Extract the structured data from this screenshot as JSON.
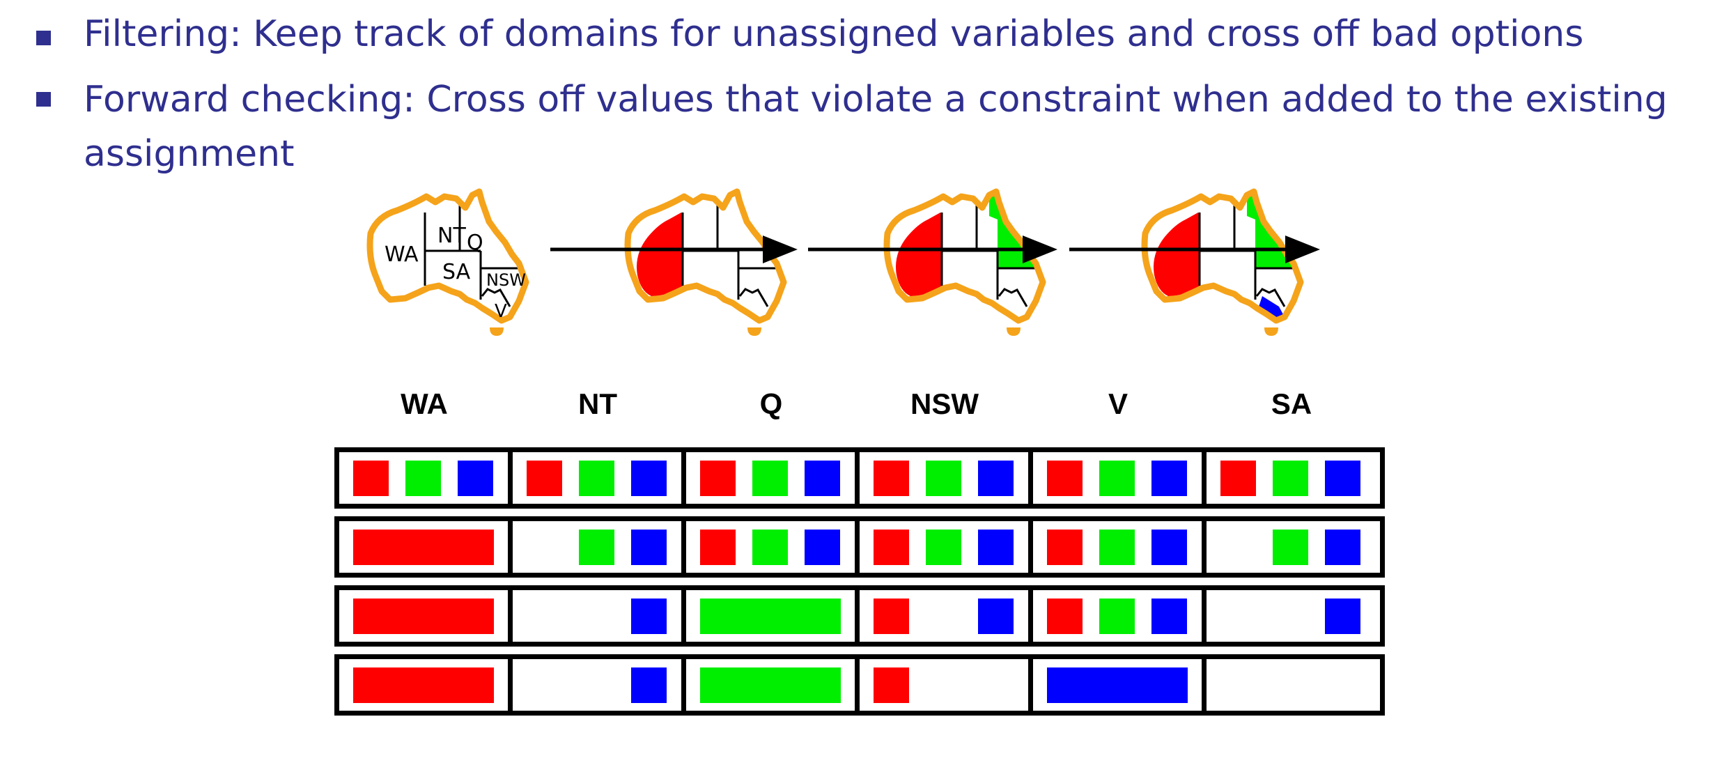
{
  "bullets": [
    {
      "text": "Filtering: Keep track of domains for unassigned variables and cross off bad options"
    },
    {
      "text": "Forward checking: Cross off values that violate a constraint when added to the existing assignment"
    }
  ],
  "colors": {
    "red": "#ff0000",
    "green": "#00ee00",
    "blue": "#0000ff",
    "outline": "#f5a31a",
    "text": "#2f2f8f"
  },
  "map_labels": {
    "wa": "WA",
    "nt": "NT",
    "q": "Q",
    "sa": "SA",
    "nsw": "NSW",
    "v": "V"
  },
  "maps": [
    {
      "WA": null,
      "Q": null,
      "V": null
    },
    {
      "WA": "red",
      "Q": null,
      "V": null
    },
    {
      "WA": "red",
      "Q": "green",
      "V": null
    },
    {
      "WA": "red",
      "Q": "green",
      "V": "blue"
    }
  ],
  "columns": [
    "WA",
    "NT",
    "Q",
    "NSW",
    "V",
    "SA"
  ],
  "rows": [
    {
      "WA": [
        "red",
        "green",
        "blue"
      ],
      "NT": [
        "red",
        "green",
        "blue"
      ],
      "Q": [
        "red",
        "green",
        "blue"
      ],
      "NSW": [
        "red",
        "green",
        "blue"
      ],
      "V": [
        "red",
        "green",
        "blue"
      ],
      "SA": [
        "red",
        "green",
        "blue"
      ]
    },
    {
      "WA": [
        "red!"
      ],
      "NT": [
        "green",
        "blue"
      ],
      "Q": [
        "red",
        "green",
        "blue"
      ],
      "NSW": [
        "red",
        "green",
        "blue"
      ],
      "V": [
        "red",
        "green",
        "blue"
      ],
      "SA": [
        "green",
        "blue"
      ]
    },
    {
      "WA": [
        "red!"
      ],
      "NT": [
        "blue"
      ],
      "Q": [
        "green!"
      ],
      "NSW": [
        "red",
        "blue"
      ],
      "V": [
        "red",
        "green",
        "blue"
      ],
      "SA": [
        "blue"
      ]
    },
    {
      "WA": [
        "red!"
      ],
      "NT": [
        "blue"
      ],
      "Q": [
        "green!"
      ],
      "NSW": [
        "red"
      ],
      "V": [
        "blue!"
      ],
      "SA": []
    }
  ]
}
